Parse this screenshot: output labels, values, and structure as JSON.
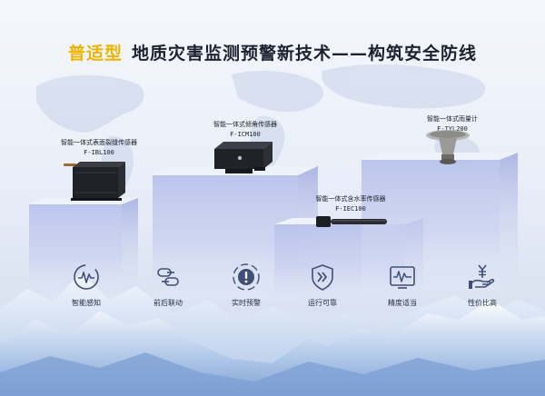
{
  "headline": {
    "highlight": "普适型",
    "text": "地质灾害监测预警新技术——构筑安全防线"
  },
  "products": [
    {
      "name": "智能一体式表面裂缝传感器",
      "code": "F-IBL100"
    },
    {
      "name": "智能一体式倾角传感器",
      "code": "F-ICM100"
    },
    {
      "name": "智能一体式含水率传感器",
      "code": "F-IEC100"
    },
    {
      "name": "智能一体式雨量计",
      "code": "F-IYL200"
    }
  ],
  "features": [
    {
      "label": "智能感知",
      "icon": "pulse-circle-icon"
    },
    {
      "label": "前后联动",
      "icon": "linked-chain-icon"
    },
    {
      "label": "实时预警",
      "icon": "alert-target-icon"
    },
    {
      "label": "运行可靠",
      "icon": "shield-forward-icon"
    },
    {
      "label": "精度适当",
      "icon": "waveform-monitor-icon"
    },
    {
      "label": "性价比高",
      "icon": "yen-hand-icon"
    }
  ],
  "colors": {
    "highlight": "#f0b400",
    "headline": "#1c2230",
    "pillar_top": "#eaf0fb",
    "pillar_body": "#9faadf",
    "icon": "#3f4f75"
  }
}
